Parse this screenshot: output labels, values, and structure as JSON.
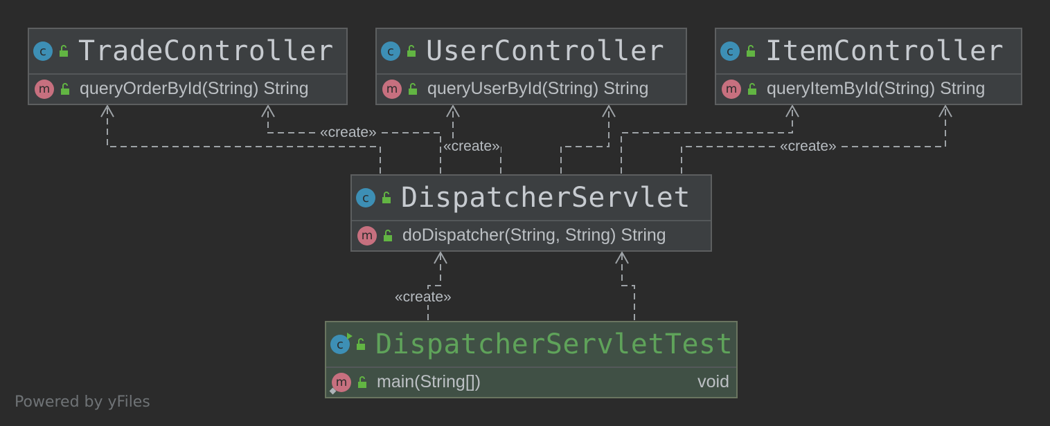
{
  "nodes": {
    "trade": {
      "title": "TradeController",
      "kind": "c",
      "member": "queryOrderById(String) String"
    },
    "user": {
      "title": "UserController",
      "kind": "c",
      "member": "queryUserById(String) String"
    },
    "item": {
      "title": "ItemController",
      "kind": "c",
      "member": "queryItemById(String) String"
    },
    "dispatcher": {
      "title": "DispatcherServlet",
      "kind": "c",
      "member": "doDispatcher(String, String) String"
    },
    "test": {
      "title": "DispatcherServletTest",
      "kind": "c",
      "member": "main(String[])",
      "member_return": "void"
    }
  },
  "edge_labels": {
    "trade_create": "«create»",
    "user_create": "«create»",
    "item_create": "«create»",
    "test_create": "«create»"
  },
  "badges": {
    "class": "c",
    "method": "m"
  },
  "icons": {
    "class_badge": "class-icon",
    "method_badge": "method-icon",
    "visibility": "unlocked-padlock-icon",
    "run": "run-icon"
  },
  "colors": {
    "background": "#2b2b2b",
    "node_fill": "#3c3f41",
    "test_fill": "#405045",
    "class_badge": "#3d8fb5",
    "method_badge": "#c7707f",
    "test_title": "#5fa35a",
    "edge": "#9ea3a7"
  },
  "footer": {
    "powered_by": "Powered by yFiles"
  }
}
